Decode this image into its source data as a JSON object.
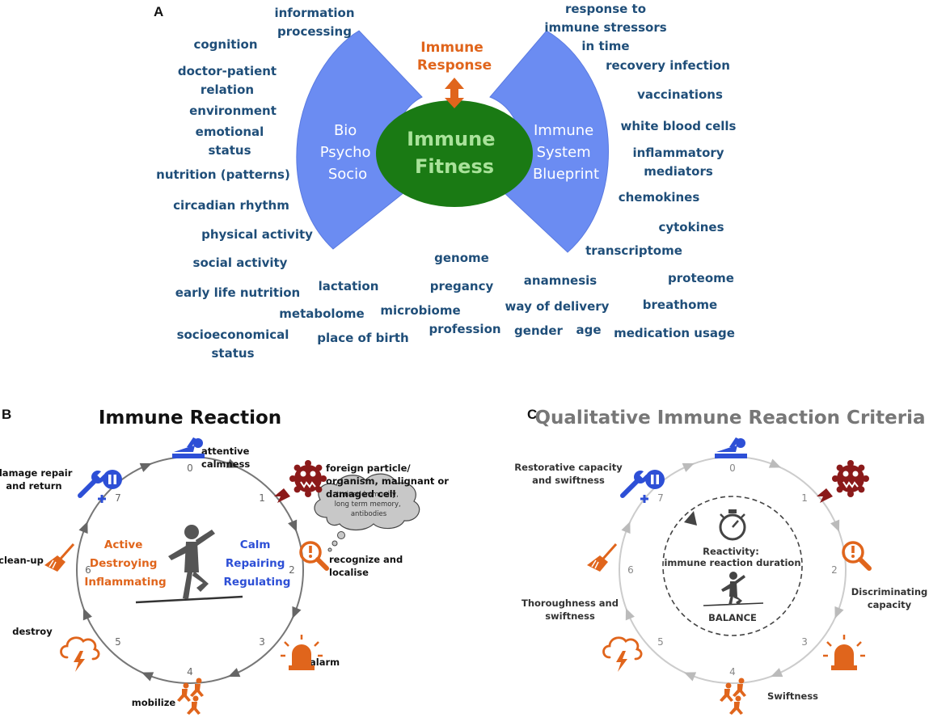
{
  "panel_a": {
    "letter": "A",
    "center": [
      "Immune",
      "Fitness"
    ],
    "response": [
      "Immune",
      "Response"
    ],
    "left_wing": [
      "Bio",
      "Psycho",
      "Socio"
    ],
    "right_wing": [
      "Immune",
      "System",
      "Blueprint"
    ],
    "factors": [
      [
        "information",
        "processing"
      ],
      [
        "cognition"
      ],
      [
        "doctor-patient",
        "relation"
      ],
      [
        "environment"
      ],
      [
        "emotional",
        "status"
      ],
      [
        "nutrition (patterns)"
      ],
      [
        "circadian rhythm"
      ],
      [
        "physical activity"
      ],
      [
        "social activity"
      ],
      [
        "early life nutrition"
      ],
      [
        "socioeconomical",
        "status"
      ],
      [
        "lactation"
      ],
      [
        "metabolome"
      ],
      [
        "place of birth"
      ],
      [
        "microbiome"
      ],
      [
        "genome"
      ],
      [
        "pregancy"
      ],
      [
        "profession"
      ],
      [
        "anamnesis"
      ],
      [
        "way of delivery"
      ],
      [
        "gender"
      ],
      [
        "age"
      ],
      [
        "response to",
        "immune stressors",
        "in time"
      ],
      [
        "recovery infection"
      ],
      [
        "vaccinations"
      ],
      [
        "white blood cells"
      ],
      [
        "inflammatory",
        "mediators"
      ],
      [
        "chemokines"
      ],
      [
        "cytokines"
      ],
      [
        "transcriptome"
      ],
      [
        "proteome"
      ],
      [
        "breathome"
      ],
      [
        "medication usage"
      ]
    ]
  },
  "panel_b": {
    "letter": "B",
    "title": "Immune Reaction",
    "steps": [
      {
        "num": "0",
        "label": [
          "attentive",
          "calmness"
        ],
        "icon": "resting-person-icon"
      },
      {
        "num": "1",
        "label": [
          "foreign particle/",
          "organism, malignant or",
          "damaged cell"
        ],
        "icon": "pathogen-icon"
      },
      {
        "num": "2",
        "label": [
          "recognize and",
          "localise"
        ],
        "icon": "magnifier-alert-icon"
      },
      {
        "num": "3",
        "label": [
          "alarm"
        ],
        "icon": "siren-icon"
      },
      {
        "num": "4",
        "label": [
          "mobilize"
        ],
        "icon": "running-people-icon"
      },
      {
        "num": "5",
        "label": [
          "destroy"
        ],
        "icon": "storm-cloud-icon"
      },
      {
        "num": "6",
        "label": [
          "clean-up"
        ],
        "icon": "broom-icon"
      },
      {
        "num": "7",
        "label": [
          "damage repair",
          "and return"
        ],
        "icon": "wrench-pause-icon"
      }
    ],
    "cloud": [
      "trained immunity,",
      "long term memory,",
      "antibodies"
    ],
    "left_mode": [
      "Active",
      "Destroying",
      "Inflammating"
    ],
    "right_mode": [
      "Calm",
      "Repairing",
      "Regulating"
    ],
    "colors": {
      "orange": "#e0651c",
      "blue": "#2d4fd6",
      "dark_red": "#8b1a1a",
      "grey": "#777777"
    }
  },
  "panel_c": {
    "letter": "C",
    "title": "Qualitative Immune Reaction Criteria",
    "criteria": [
      {
        "num": "7",
        "label": [
          "Restorative capacity",
          "and swiftness"
        ]
      },
      {
        "num": "2",
        "label": [
          "Discriminating",
          "capacity"
        ]
      },
      {
        "num": "6",
        "label": [
          "Thoroughness and",
          "swiftness"
        ]
      },
      {
        "num": "4",
        "label": [
          "Swiftness"
        ]
      }
    ],
    "nums": [
      "0",
      "1",
      "2",
      "3",
      "4",
      "5",
      "6",
      "7"
    ],
    "reactivity": [
      "Reactivity:",
      "immune reaction duration"
    ],
    "balance": "BALANCE"
  }
}
